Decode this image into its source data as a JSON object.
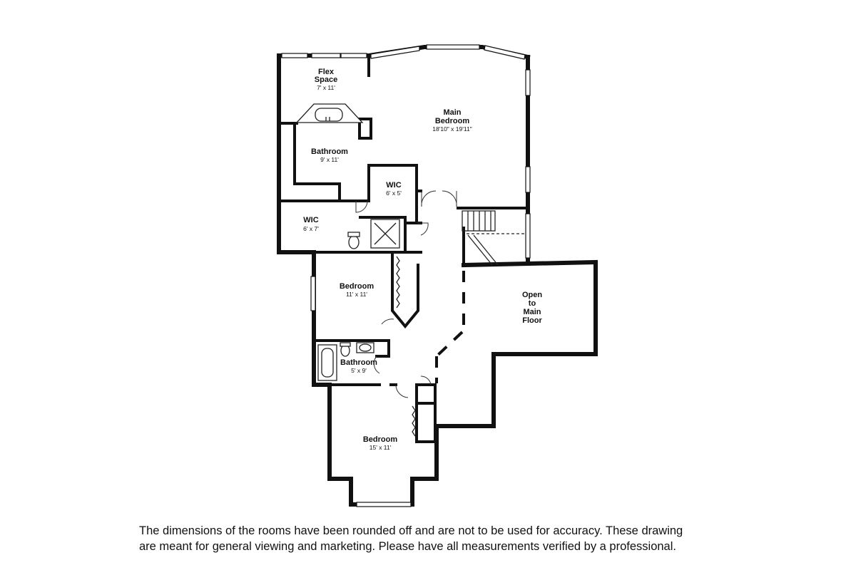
{
  "rooms": [
    {
      "id": "flex",
      "name": "Flex Space",
      "name_lines": [
        "Flex",
        "Space"
      ],
      "dim": "7' x 11'"
    },
    {
      "id": "main-bedroom",
      "name": "Main Bedroom",
      "name_lines": [
        "Main",
        "Bedroom"
      ],
      "dim": "18'10\" x 19'11\""
    },
    {
      "id": "bath-main",
      "name": "Bathroom",
      "name_lines": [
        "Bathroom"
      ],
      "dim": "9' x 11'"
    },
    {
      "id": "wic-1",
      "name": "WIC",
      "name_lines": [
        "WIC"
      ],
      "dim": "6' x 5'"
    },
    {
      "id": "wic-2",
      "name": "WIC",
      "name_lines": [
        "WIC"
      ],
      "dim": "6' x 7'"
    },
    {
      "id": "bedroom-2",
      "name": "Bedroom",
      "name_lines": [
        "Bedroom"
      ],
      "dim": "11' x 11'"
    },
    {
      "id": "open",
      "name": "Open to Main Floor",
      "name_lines": [
        "Open",
        "to",
        "Main",
        "Floor"
      ],
      "dim": ""
    },
    {
      "id": "bath-2",
      "name": "Bathroom",
      "name_lines": [
        "Bathroom"
      ],
      "dim": "5' x 9'"
    },
    {
      "id": "bedroom-3",
      "name": "Bedroom",
      "name_lines": [
        "Bedroom"
      ],
      "dim": "15' x 11'"
    }
  ],
  "disclaimer": {
    "line1": "The dimensions of the rooms have been rounded off and are not to be used for accuracy. These drawing",
    "line2": "are meant for general viewing and marketing. Please have all measurements verified by a professional."
  }
}
